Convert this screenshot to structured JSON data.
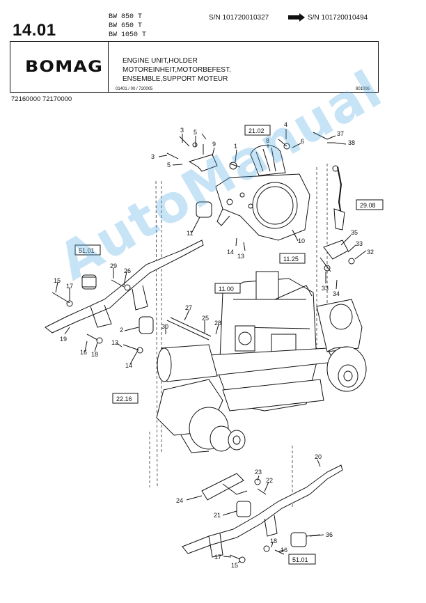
{
  "header": {
    "page_number": "14.01",
    "models": [
      "BW 850 T",
      "BW 650 T",
      "BW 1050 T"
    ],
    "serial_from": "S/N 101720010327",
    "serial_to": "S/N 101720010494",
    "brand": "BOMAG",
    "titles": [
      "ENGINE UNIT,HOLDER",
      "MOTOREINHEIT,MOTORBEFEST.",
      "ENSEMBLE,SUPPORT MOTEUR"
    ],
    "doc_code": "01401 / 00 / 720005",
    "doc_code_right": "801006",
    "part_numbers": "72160000   72170000"
  },
  "diagram": {
    "ref_boxes": [
      "21.02",
      "29.08",
      "51.01",
      "11.25",
      "11.00",
      "22.16",
      "51.01"
    ],
    "callouts": [
      "4",
      "37",
      "38",
      "8",
      "6",
      "3",
      "5",
      "9",
      "1",
      "3",
      "5",
      "11",
      "14",
      "13",
      "10",
      "35",
      "33",
      "32",
      "33",
      "34",
      "29",
      "26",
      "15",
      "17",
      "27",
      "25",
      "28",
      "30",
      "2",
      "19",
      "16",
      "18",
      "12",
      "14",
      "20",
      "23",
      "22",
      "24",
      "21",
      "36",
      "18",
      "16",
      "17",
      "15"
    ]
  },
  "watermark": "AutoManual"
}
